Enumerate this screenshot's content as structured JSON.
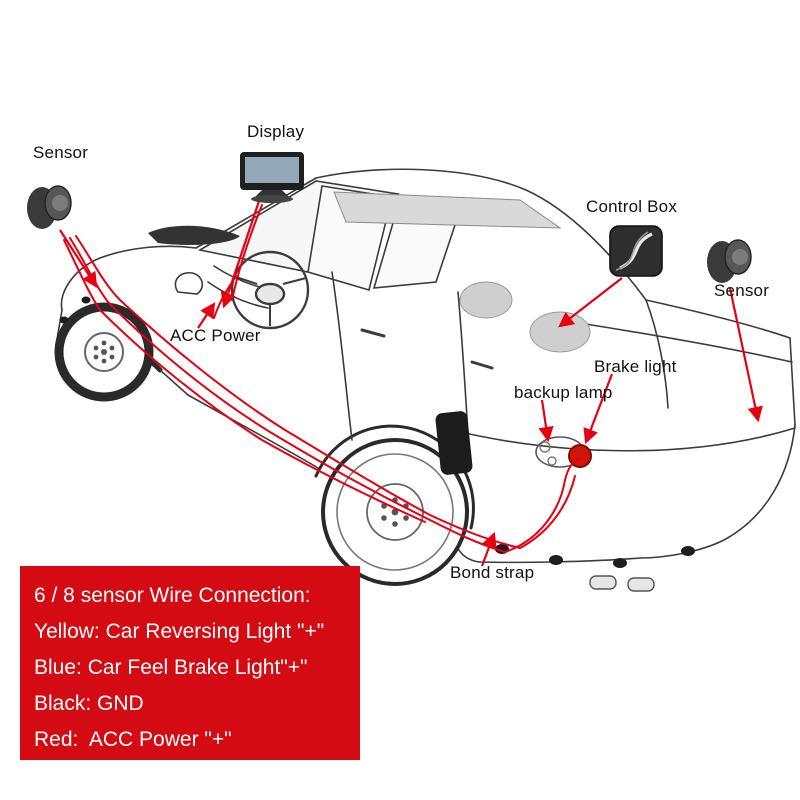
{
  "diagram": {
    "title_hint": "car parking sensor wiring diagram",
    "labels": {
      "sensor_left": "Sensor",
      "display": "Display",
      "acc_power": "ACC Power",
      "control_box": "Control Box",
      "sensor_right": "Sensor",
      "brake_light": "Brake light",
      "backup_lamp": "backup lamp",
      "bond_strap": "Bond strap"
    },
    "components": [
      "front-sensor",
      "display-monitor",
      "control-box",
      "rear-sensor",
      "brake-light",
      "backup-lamp",
      "bond-strap",
      "bumper-sensors"
    ]
  },
  "info_box": {
    "bg_color": "#d40b12",
    "lines": [
      "6 / 8 sensor Wire Connection:",
      "Yellow: Car Reversing Light \"+\"",
      "Blue: Car Feel Brake Light\"+\"",
      "Black: GND",
      "Red:  ACC Power \"+\""
    ]
  },
  "colors": {
    "wire": "#e60012",
    "arrow": "#e60012",
    "outline": "#3c3c3c",
    "info_bg": "#d40b12"
  }
}
